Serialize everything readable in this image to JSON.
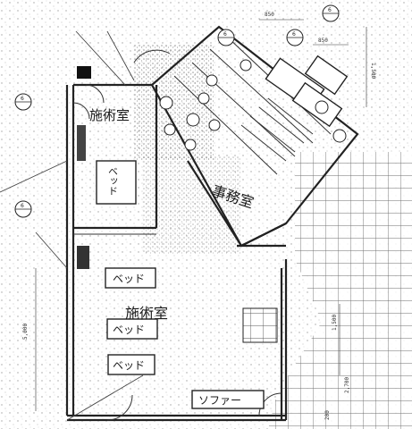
{
  "rooms": {
    "treatment_room_top": "施術室",
    "bed_vertical": "ベッド",
    "office": "事務室",
    "treatment_room_main": "施術室",
    "sofa": "ソファー"
  },
  "beds": [
    "ベッド",
    "ベッド",
    "ベッド"
  ],
  "tags": {
    "top_right": "6",
    "top_center": "6",
    "right_mid": "6",
    "left_wall": "6",
    "left_lower": "6"
  },
  "dimensions": {
    "top_1": "850",
    "top_2": "850",
    "top_3": "1,500",
    "left_vertical": "5,000",
    "right_vertical_1": "1,500",
    "right_vertical_2": "2,700",
    "bottom_right": "200"
  }
}
